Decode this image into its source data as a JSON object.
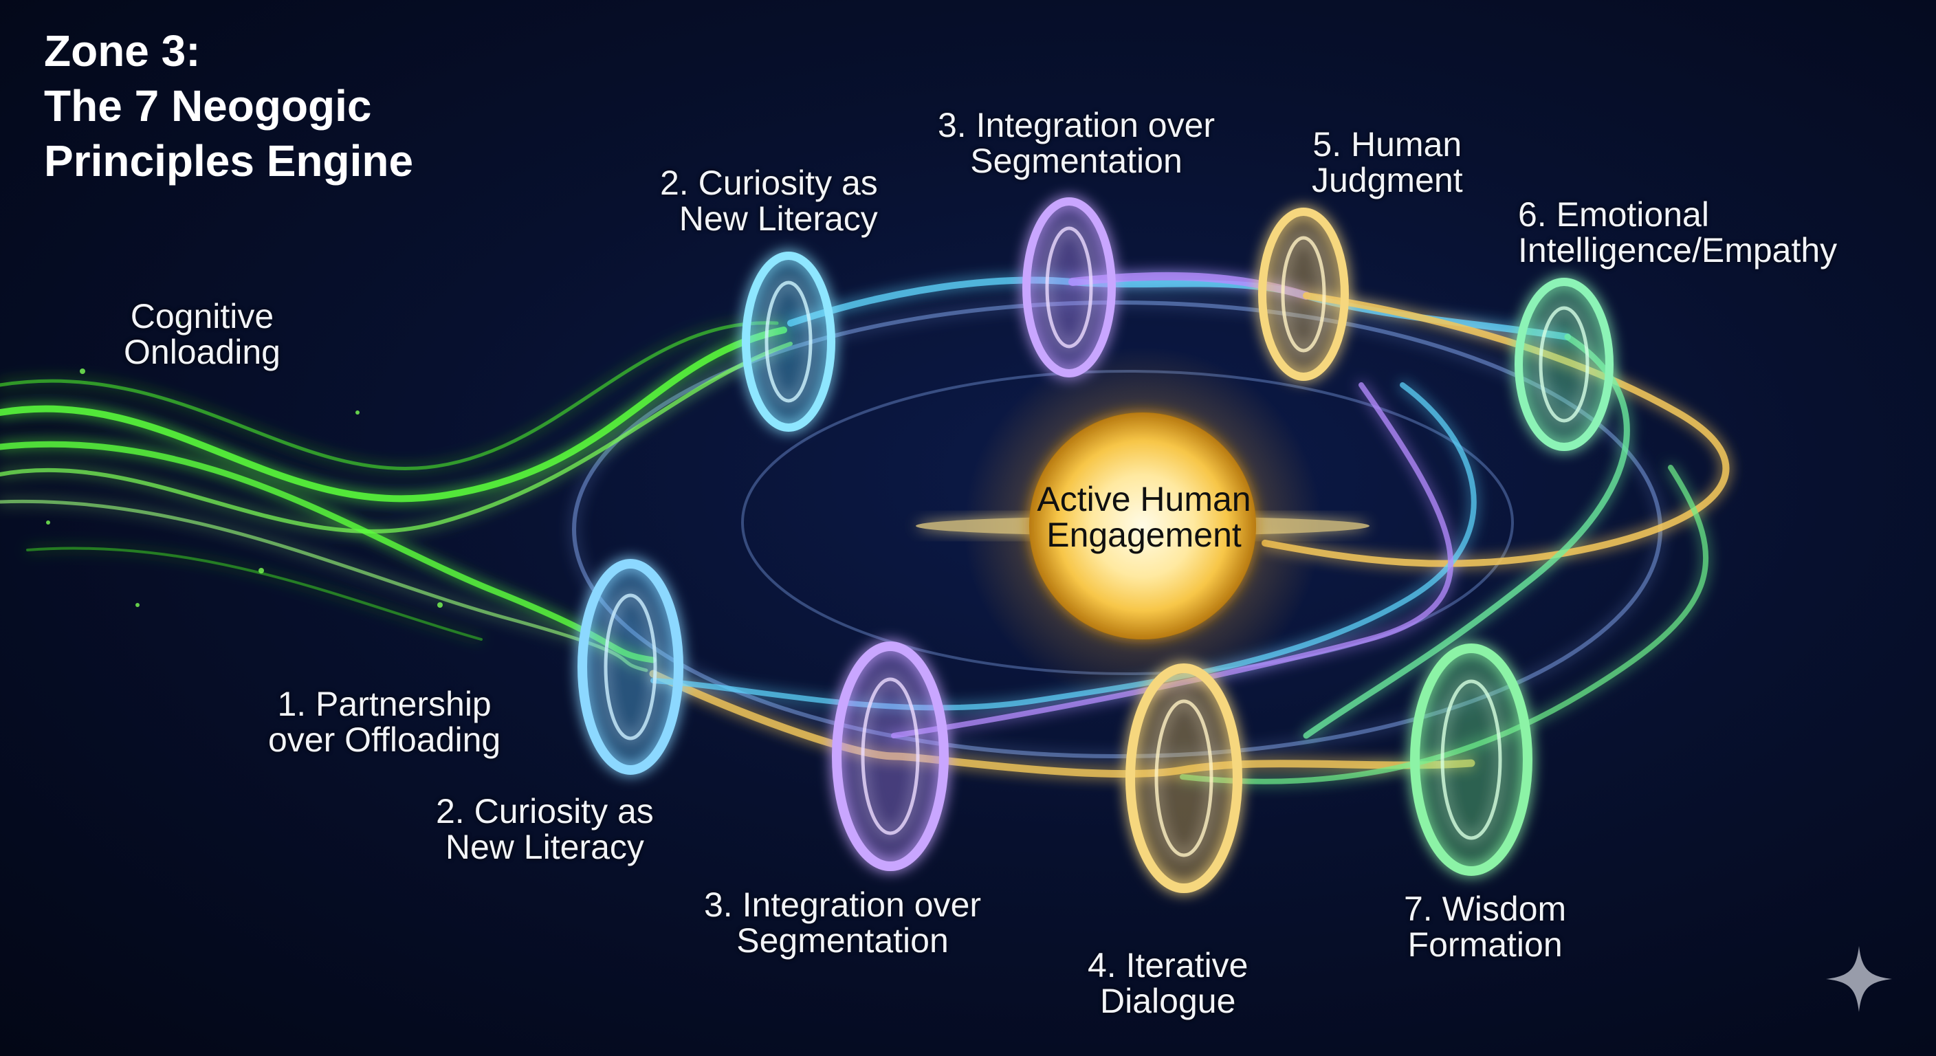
{
  "title": {
    "line1": "Zone 3:",
    "line2": "The 7 Neogogic",
    "line3": "Principles Engine"
  },
  "input_stream": {
    "label_line1": "Cognitive",
    "label_line2": "Onloading",
    "color": "#5cff3c"
  },
  "core": {
    "line1": "Active Human",
    "line2": "Engagement",
    "color": "#ffd84a"
  },
  "upper_rings": [
    {
      "line1": "2. Curiosity as",
      "line2": "New Literacy",
      "color": "#5fd7ff"
    },
    {
      "line1": "3. Integration over",
      "line2": "Segmentation",
      "color": "#b58cff"
    },
    {
      "line1": "5. Human",
      "line2": "Judgment",
      "color": "#f4c85a"
    },
    {
      "line1": "6. Emotional",
      "line2": "Intelligence/Empathy",
      "color": "#6ef0a0"
    }
  ],
  "lower_rings": [
    {
      "line1": "1. Partnership",
      "line2": "over Offloading",
      "color": "#5fc8ff"
    },
    {
      "line1": "2. Curiosity as",
      "line2": "New Literacy",
      "color": "#5fd7ff"
    },
    {
      "line1": "3. Integration over",
      "line2": "Segmentation",
      "color": "#b58cff"
    },
    {
      "line1": "4. Iterative",
      "line2": "Dialogue",
      "color": "#f4c85a"
    },
    {
      "line1": "7. Wisdom",
      "line2": "Formation",
      "color": "#6ef08a"
    }
  ],
  "watermark_icon": "sparkle-icon"
}
